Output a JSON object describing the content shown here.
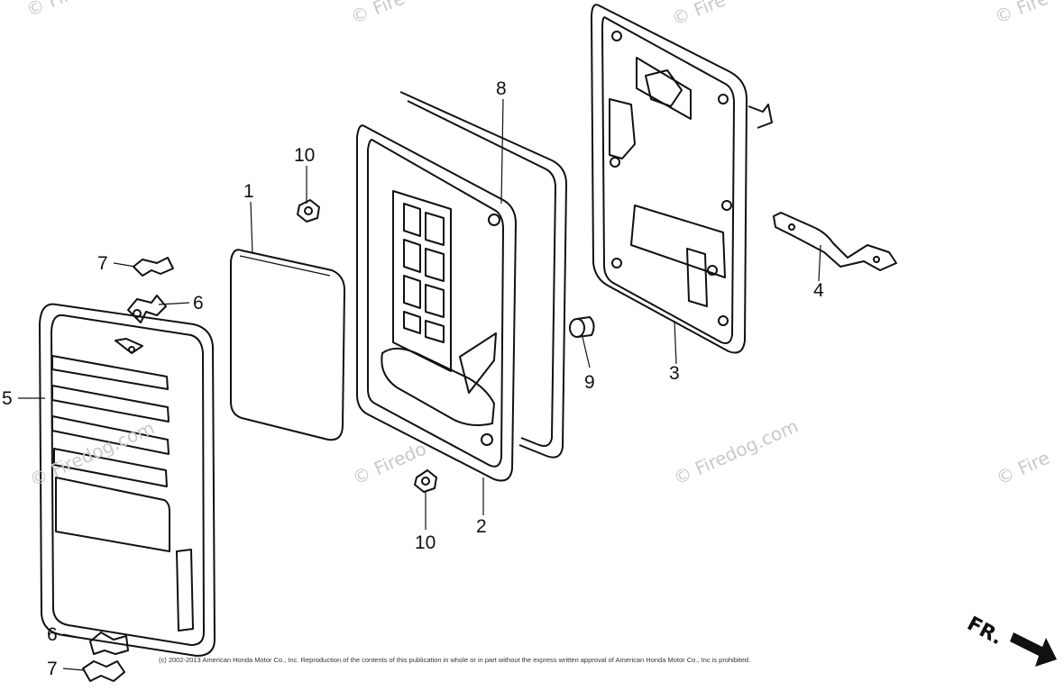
{
  "watermarks": {
    "text": "© Firedog.com",
    "fragment_short": "© Fire",
    "fragment_medium": "© Firedo"
  },
  "part_labels": [
    {
      "id": "label-1",
      "text": "1"
    },
    {
      "id": "label-2",
      "text": "2"
    },
    {
      "id": "label-3",
      "text": "3"
    },
    {
      "id": "label-4",
      "text": "4"
    },
    {
      "id": "label-5",
      "text": "5"
    },
    {
      "id": "label-6-top",
      "text": "6"
    },
    {
      "id": "label-6-bottom",
      "text": "6"
    },
    {
      "id": "label-7-top",
      "text": "7"
    },
    {
      "id": "label-7-bottom",
      "text": "7"
    },
    {
      "id": "label-8",
      "text": "8"
    },
    {
      "id": "label-9",
      "text": "9"
    },
    {
      "id": "label-10-top",
      "text": "10"
    },
    {
      "id": "label-10-bottom",
      "text": "10"
    }
  ],
  "copyright": "(c) 2002-2013 American Honda Motor Co., Inc. Reproduction of the contents of this publication in whole or in part without the express written approval of American Honda Motor Co., Inc is prohibited.",
  "direction_indicator": "FR.",
  "colors": {
    "line": "#111111",
    "watermark": "#c9c9c9",
    "background": "#ffffff"
  }
}
